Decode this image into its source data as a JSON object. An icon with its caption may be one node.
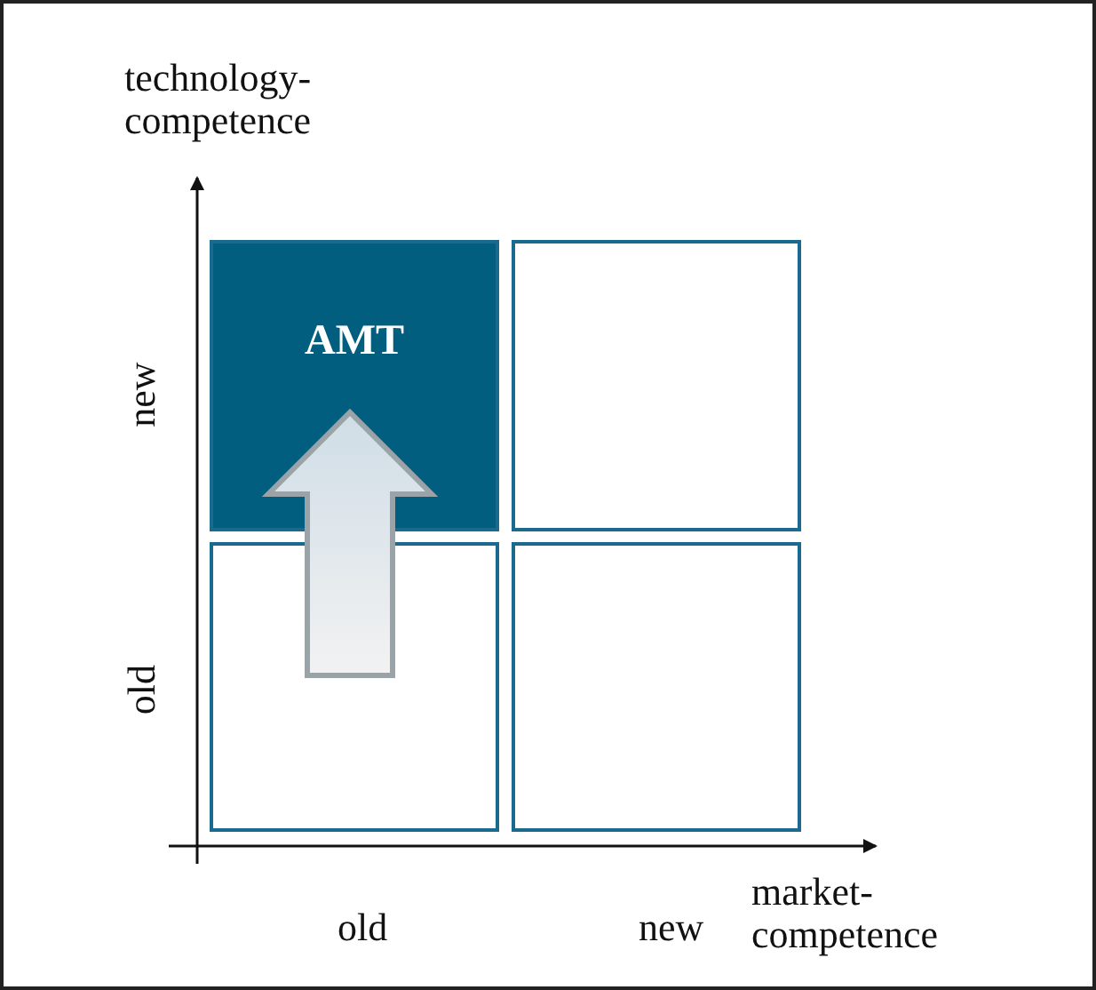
{
  "diagram": {
    "nodes": [
      {
        "text": [
          "AMT"
        ]
      },
      {
        "text": [],
        "shape": "box"
      },
      {
        "text": [],
        "shape": "box"
      },
      {
        "text": [],
        "shape": "box"
      }
    ],
    "edges": [
      {
        "from": 2,
        "to": 0,
        "arrow": "to",
        "style": "thick"
      }
    ],
    "labels": [
      "technology- competence",
      "new",
      "old",
      "old",
      "new",
      "market- competence"
    ]
  }
}
